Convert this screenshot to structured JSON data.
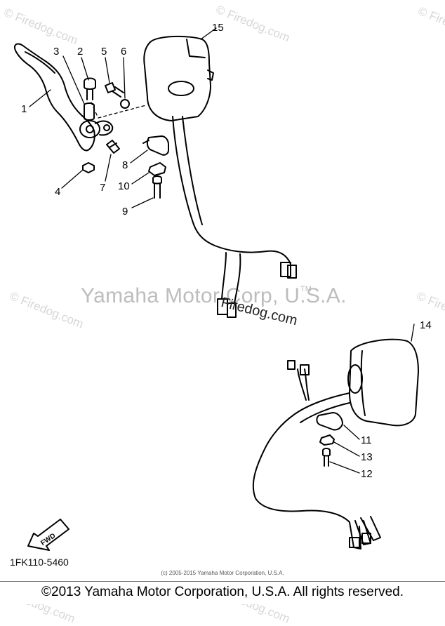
{
  "watermarks": {
    "small": "© Firedog.com",
    "center_main": "Yamaha Motor Corp, U.S.A.",
    "center_tm": "TM",
    "center_site": "Firedog.com"
  },
  "part_labels": [
    "1",
    "2",
    "3",
    "4",
    "5",
    "6",
    "7",
    "8",
    "9",
    "10",
    "11",
    "12",
    "13",
    "14",
    "15"
  ],
  "fwd_label": "FWD",
  "diagram_code": "1FK110-5460",
  "small_copyright": "(c) 2005-2015 Yamaha Motor Corporation, U.S.A.",
  "footer_copyright": "©2013 Yamaha Motor Corporation, U.S.A. All rights reserved."
}
